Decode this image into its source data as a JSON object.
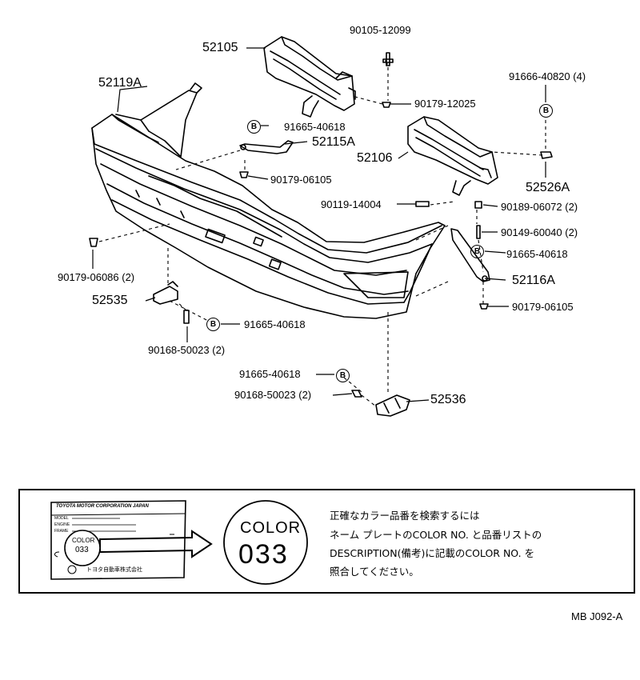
{
  "parts": {
    "bumper_cover": "52119A",
    "reinforcement_left": "52105",
    "reinforcement_right": "52106",
    "bolt_top": "90105-12099",
    "nut_top": "90179-12025",
    "bolt_right_qty": "91666-40820 (4)",
    "retainer_right": "52526A",
    "clip_b_upper": "91665-40618",
    "stay_left": "52115A",
    "nut_stay_left": "90179-06105",
    "bolt_mid": "90119-14004",
    "screw_right_1": "90189-06072 (2)",
    "screw_right_2": "90149-60040 (2)",
    "clip_b_right": "91665-40618",
    "stay_right": "52116A",
    "nut_stay_right": "90179-06105",
    "nut_left_qty": "90179-06086 (2)",
    "bracket_left": "52535",
    "clip_b_left": "91665-40618",
    "screw_left": "90168-50023 (2)",
    "clip_b_bottom": "91665-40618",
    "screw_bottom": "90168-50023 (2)",
    "bracket_bottom": "52536",
    "b_marker": "B"
  },
  "info_panel": {
    "plate": {
      "maker": "TOYOTA MOTOR CORPORATION JAPAN",
      "row_model": "MODEL",
      "row_engine": "ENGINE",
      "row_frame": "FRAME",
      "color_label": "COLOR",
      "color_code": "033",
      "company_jp": "トヨタ自動車株式会社"
    },
    "big_badge": {
      "label": "COLOR",
      "code": "033"
    },
    "instructions": [
      "正確なカラー品番を検索するには",
      "ネーム プレートのCOLOR NO. と品番リストの",
      "DESCRIPTION(備考)に記載のCOLOR NO. を",
      "照合してください。"
    ]
  },
  "footer": {
    "code": "MB  J092-A"
  }
}
